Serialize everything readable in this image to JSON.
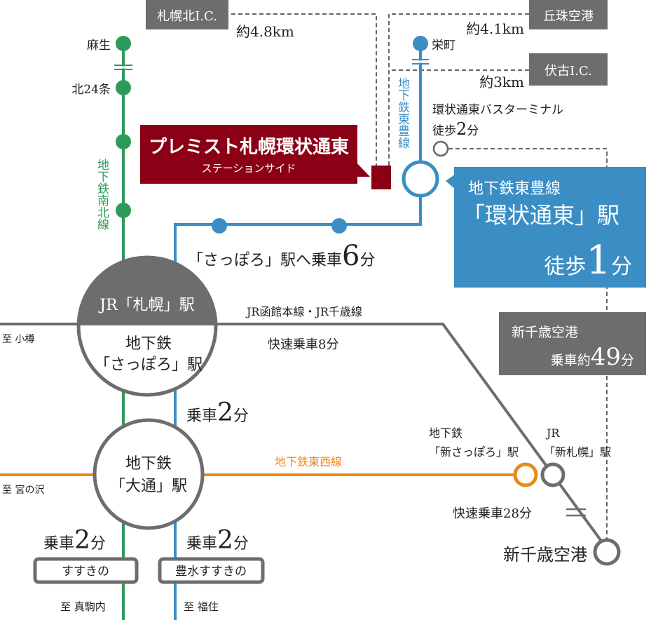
{
  "colors": {
    "green": "#2e9a5a",
    "blue": "#3a8ec4",
    "orange": "#e88a1a",
    "gray": "#6d6d6d",
    "maroon": "#8c0016",
    "box_blue": "#3a8ec4"
  },
  "ic": {
    "sapporo_kita": "札幌北I.C.",
    "sapporo_kita_dist": "約4.8km",
    "okadama": "丘珠空港",
    "okadama_dist": "約4.1km",
    "fushiko": "伏古I.C.",
    "fushiko_dist": "約3km"
  },
  "namboku": {
    "line": "地下鉄南北線",
    "stations": [
      "麻生",
      "北24条"
    ]
  },
  "toho": {
    "line": "地下鉄東豊線",
    "stations": [
      "栄町"
    ]
  },
  "bus": {
    "name": "環状通東バスターミナル",
    "walk_prefix": "徒歩",
    "walk_num": "2",
    "walk_unit": "分"
  },
  "property": {
    "name": "プレミスト札幌環状通東",
    "sub": "ステーションサイド"
  },
  "station_box": {
    "line": "地下鉄東豊線",
    "station": "「環状通東」駅",
    "walk_prefix": "徒歩",
    "walk_num": "1",
    "walk_unit": "分"
  },
  "to_sapporo": {
    "prefix": "「さっぽろ」駅へ乗車",
    "num": "6",
    "unit": "分"
  },
  "jr_sapporo": {
    "top": "JR「札幌」駅",
    "bottom1": "地下鉄",
    "bottom2": "「さっぽろ」駅"
  },
  "jr_line": {
    "name": "JR函館本線・JR千歳線",
    "rapid": "快速乗車8分",
    "to_otaru": "至 小樽"
  },
  "ride2a": {
    "prefix": "乗車",
    "num": "2",
    "unit": "分"
  },
  "odori": {
    "l1": "地下鉄",
    "l2": "「大通」駅"
  },
  "tozai": {
    "name": "地下鉄東西線",
    "to": "至 宮の沢"
  },
  "shin_sapporo_sub": {
    "l1": "地下鉄",
    "l2": "「新さっぽろ」駅"
  },
  "shin_sapporo_jr": {
    "l1": "JR",
    "l2": "「新札幌」駅"
  },
  "airport_box": {
    "name": "新千歳空港",
    "prefix": "乗車約",
    "num": "49",
    "unit": "分"
  },
  "rapid28": "快速乗車28分",
  "airport": "新千歳空港",
  "ride2b": {
    "prefix": "乗車",
    "num": "2",
    "unit": "分"
  },
  "ride2c": {
    "prefix": "乗車",
    "num": "2",
    "unit": "分"
  },
  "susukino": "すすきの",
  "hosui": "豊水すすきの",
  "to_makomanai": "至 真駒内",
  "to_fukuzumi": "至 福住"
}
